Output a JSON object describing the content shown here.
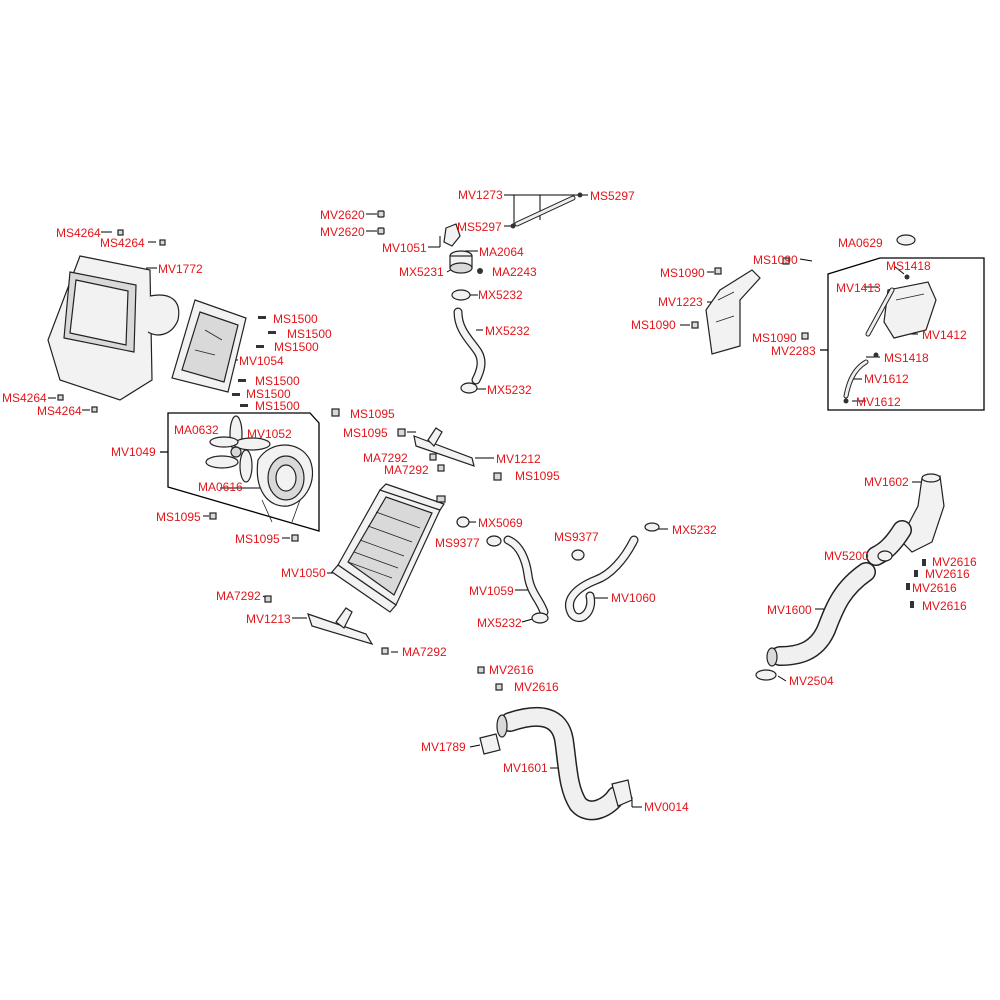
{
  "labels": {
    "MV1273": "MV1273",
    "MS5297_a": "MS5297",
    "MS5297_b": "MS5297",
    "MV2620_a": "MV2620",
    "MV2620_b": "MV2620",
    "MV1051": "MV1051",
    "MA2064": "MA2064",
    "MX5231": "MX5231",
    "MA2243": "MA2243",
    "MX5232_a": "MX5232",
    "MX5232_b": "MX5232",
    "MX5232_c": "MX5232",
    "MX5232_d": "MX5232",
    "MX5232_e": "MX5232",
    "MS4264_a": "MS4264",
    "MS4264_b": "MS4264",
    "MS4264_c": "MS4264",
    "MS4264_d": "MS4264",
    "MV1772": "MV1772",
    "MS1500_a": "MS1500",
    "MS1500_b": "MS1500",
    "MS1500_c": "MS1500",
    "MS1500_d": "MS1500",
    "MS1500_e": "MS1500",
    "MS1500_f": "MS1500",
    "MV1054": "MV1054",
    "MV1049": "MV1049",
    "MA0632": "MA0632",
    "MV1052": "MV1052",
    "MA0616": "MA0616",
    "MS1095_a": "MS1095",
    "MS1095_b": "MS1095",
    "MS1095_c": "MS1095",
    "MS1095_d": "MS1095",
    "MS1095_e": "MS1095",
    "MV1212": "MV1212",
    "MA7292_a": "MA7292",
    "MA7292_b": "MA7292",
    "MA7292_c": "MA7292",
    "MA7292_d": "MA7292",
    "MV1050": "MV1050",
    "MV1213": "MV1213",
    "MX5069": "MX5069",
    "MS9377_a": "MS9377",
    "MS9377_b": "MS9377",
    "MV1059": "MV1059",
    "MV1060": "MV1060",
    "MS1090_a": "MS1090",
    "MS1090_b": "MS1090",
    "MS1090_c": "MS1090",
    "MS1090_d": "MS1090",
    "MV1223": "MV1223",
    "MV2283": "MV2283",
    "MA0629": "MA0629",
    "MS1418_a": "MS1418",
    "MS1418_b": "MS1418",
    "MV1413": "MV1413",
    "MV1412": "MV1412",
    "MV1612_a": "MV1612",
    "MV1612_b": "MV1612",
    "MV1602": "MV1602",
    "MV5200": "MV5200",
    "MV2616_a": "MV2616",
    "MV2616_b": "MV2616",
    "MV2616_c": "MV2616",
    "MV2616_d": "MV2616",
    "MV2616_e": "MV2616",
    "MV2616_f": "MV2616",
    "MV1600": "MV1600",
    "MV2504": "MV2504",
    "MV1789": "MV1789",
    "MV1601": "MV1601",
    "MV0014": "MV0014"
  },
  "colors": {
    "label": "#e3161b",
    "line": "#000000",
    "background": "#ffffff"
  }
}
